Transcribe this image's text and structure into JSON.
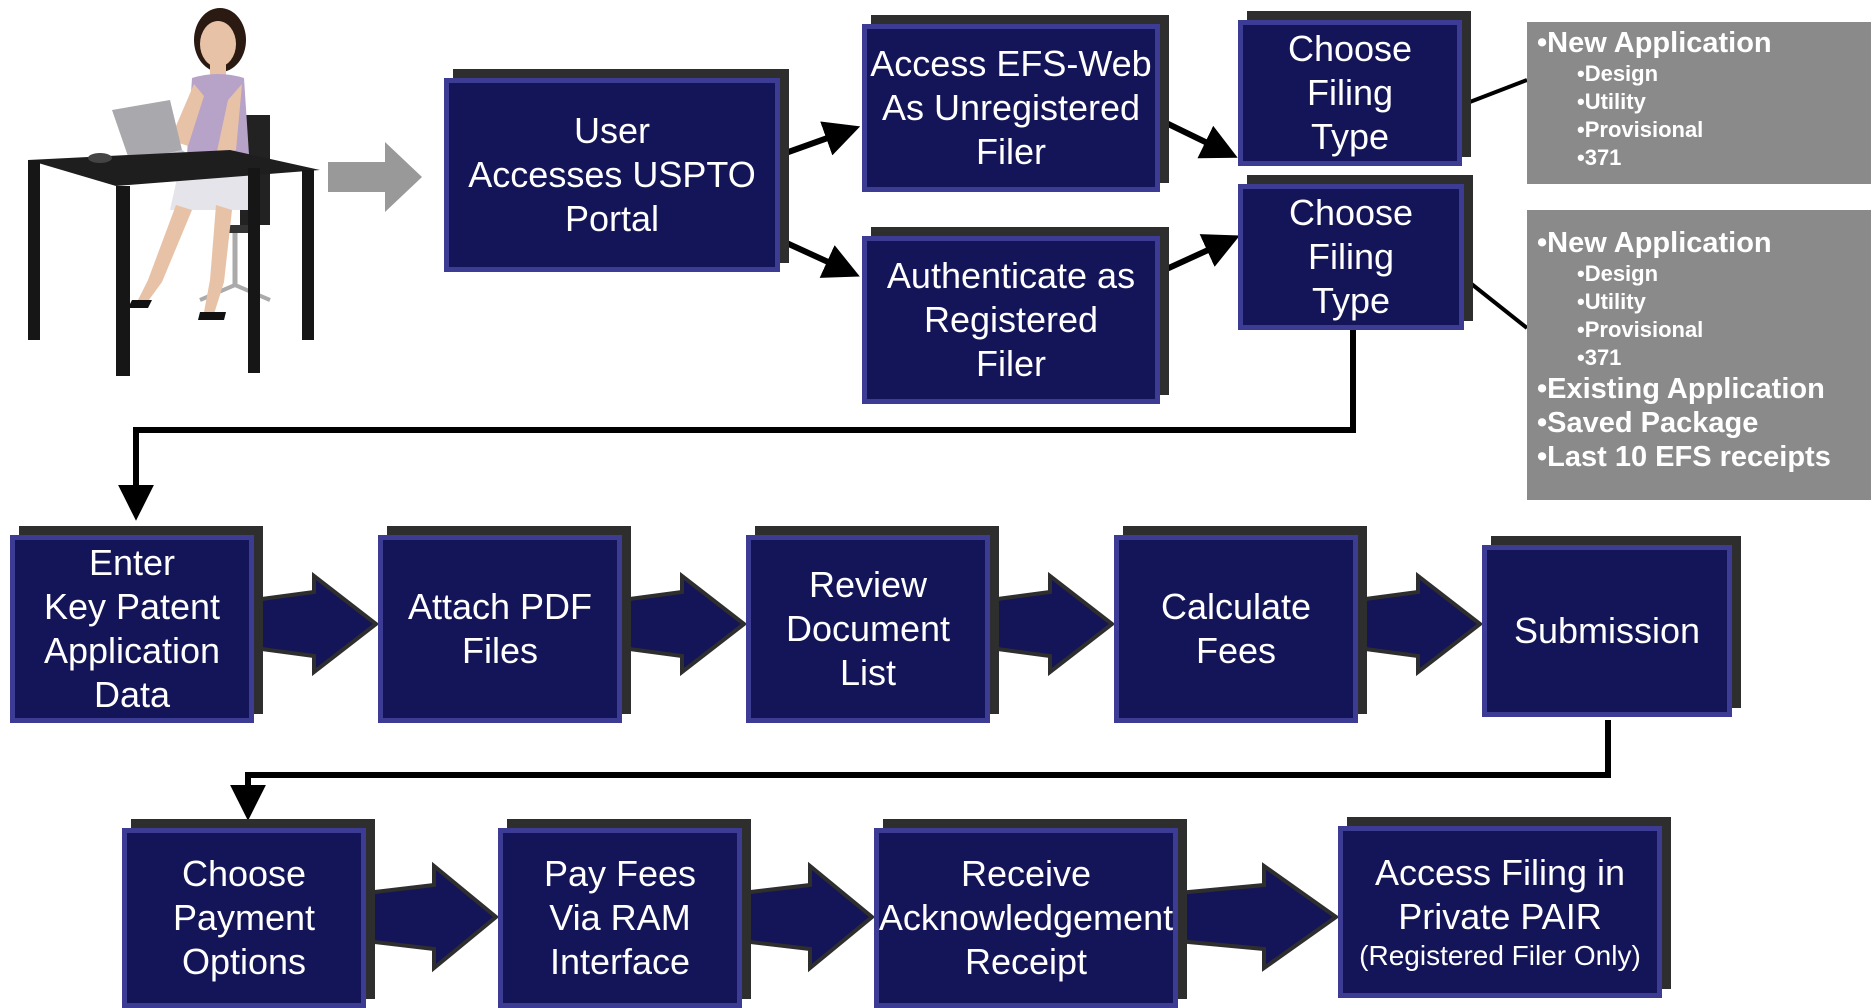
{
  "colors": {
    "box_fill": "#141458",
    "box_border": "#3c3c94",
    "box_shadow": "#2e2e2e",
    "panel_gray": "#8a8a8a",
    "arrow_gray": "#999999"
  },
  "icons": [
    "user-at-laptop-illustration",
    "right-arrow-icon",
    "flow-arrow-icon"
  ],
  "row1": {
    "user_portal": [
      "User",
      "Accesses USPTO",
      "Portal"
    ],
    "unregistered": [
      "Access EFS-Web",
      "As Unregistered",
      "Filer"
    ],
    "registered": [
      "Authenticate as",
      "Registered",
      "Filer"
    ],
    "choose_type_a": [
      "Choose",
      "Filing",
      "Type"
    ],
    "choose_type_b": [
      "Choose",
      "Filing",
      "Type"
    ]
  },
  "panel_a": {
    "main": "•New Application",
    "subs": [
      "•Design",
      "•Utility",
      "•Provisional",
      "•371"
    ]
  },
  "panel_b": {
    "main": "•New Application",
    "subs": [
      "•Design",
      "•Utility",
      "•Provisional",
      "•371"
    ],
    "extras": [
      "•Existing Application",
      "•Saved Package",
      "•Last 10 EFS receipts"
    ]
  },
  "row2": {
    "enter_data": [
      "Enter",
      "Key Patent",
      "Application",
      "Data"
    ],
    "attach_pdf": [
      "Attach PDF",
      "Files"
    ],
    "review_list": [
      "Review",
      "Document",
      "List"
    ],
    "calc_fees": [
      "Calculate",
      "Fees"
    ],
    "submission": [
      "Submission"
    ]
  },
  "row3": {
    "payment_options": [
      "Choose",
      "Payment",
      "Options"
    ],
    "pay_fees": [
      "Pay Fees",
      "Via RAM",
      "Interface"
    ],
    "ack_receipt": [
      "Receive",
      "Acknowledgement",
      "Receipt"
    ],
    "private_pair": [
      "Access Filing in",
      "Private PAIR"
    ],
    "private_pair_note": "(Registered Filer Only)"
  }
}
